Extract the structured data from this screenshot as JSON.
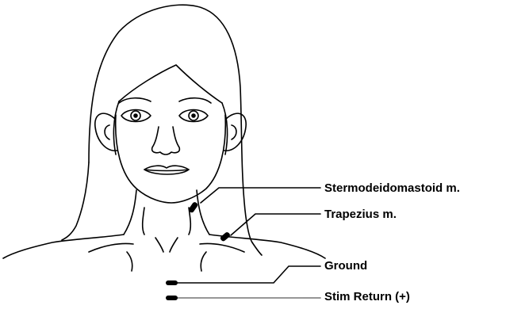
{
  "labels": {
    "scm": "Stermodeidomastoid m.",
    "trapezius": "Trapezius m.",
    "ground": "Ground",
    "stim_return": "Stim Return (+)"
  },
  "colors": {
    "line": "#000000",
    "stim_lead": "#888888",
    "background": "#ffffff"
  }
}
